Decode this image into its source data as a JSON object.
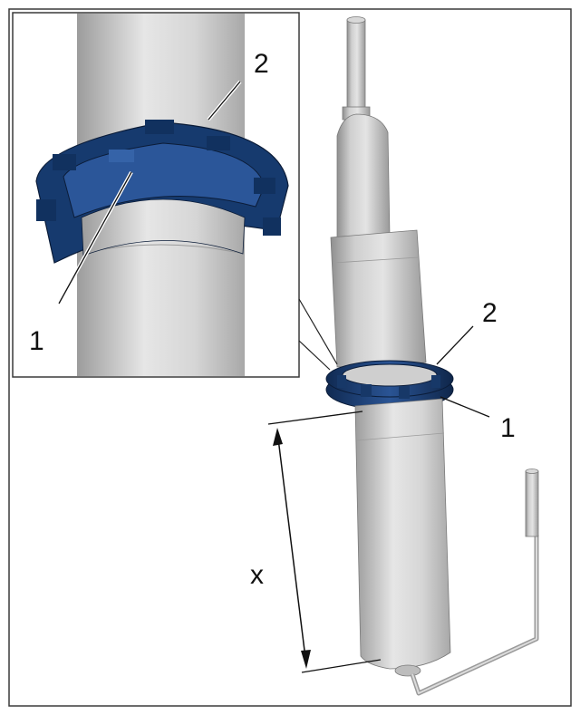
{
  "figure": {
    "callouts": {
      "detail_ring_outer": "2",
      "detail_ring_inner": "1",
      "main_ring_outer": "2",
      "main_ring_inner": "1",
      "dimension": "x"
    },
    "colors": {
      "ring": "#1e3f73",
      "body": "#c8c8c8",
      "frame": "#3a3a3a"
    },
    "icons": [
      "shock-absorber-assembly",
      "ring-nut",
      "dimension-arrow",
      "sensor-cable"
    ]
  }
}
